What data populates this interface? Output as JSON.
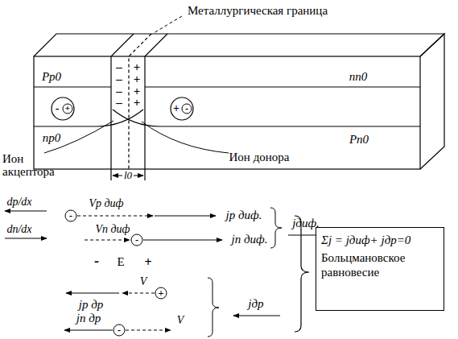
{
  "diagram": {
    "nodes": [
      {
        "text": [
          "Σj = jдиф+ jдр=0",
          "Больцмановское равновесие"
        ]
      }
    ],
    "labels": [
      "Металлургическая граница",
      "–",
      "–",
      "–",
      "–",
      "+",
      "+",
      "+",
      "+",
      "Pp0",
      "nn0",
      "np0",
      "Pn0",
      "-",
      "+",
      "+",
      "-",
      "Ион акцептора",
      "Ион донора",
      "l0",
      "dp/dx",
      "dn/dx",
      "Vp диф",
      "-",
      "jp диф.",
      "Vn диф",
      "-",
      "jn диф.",
      "jдиф.",
      "-",
      "E",
      "+",
      "V",
      "+",
      "jp др",
      "jn др",
      "-",
      "V",
      "jдр"
    ]
  }
}
